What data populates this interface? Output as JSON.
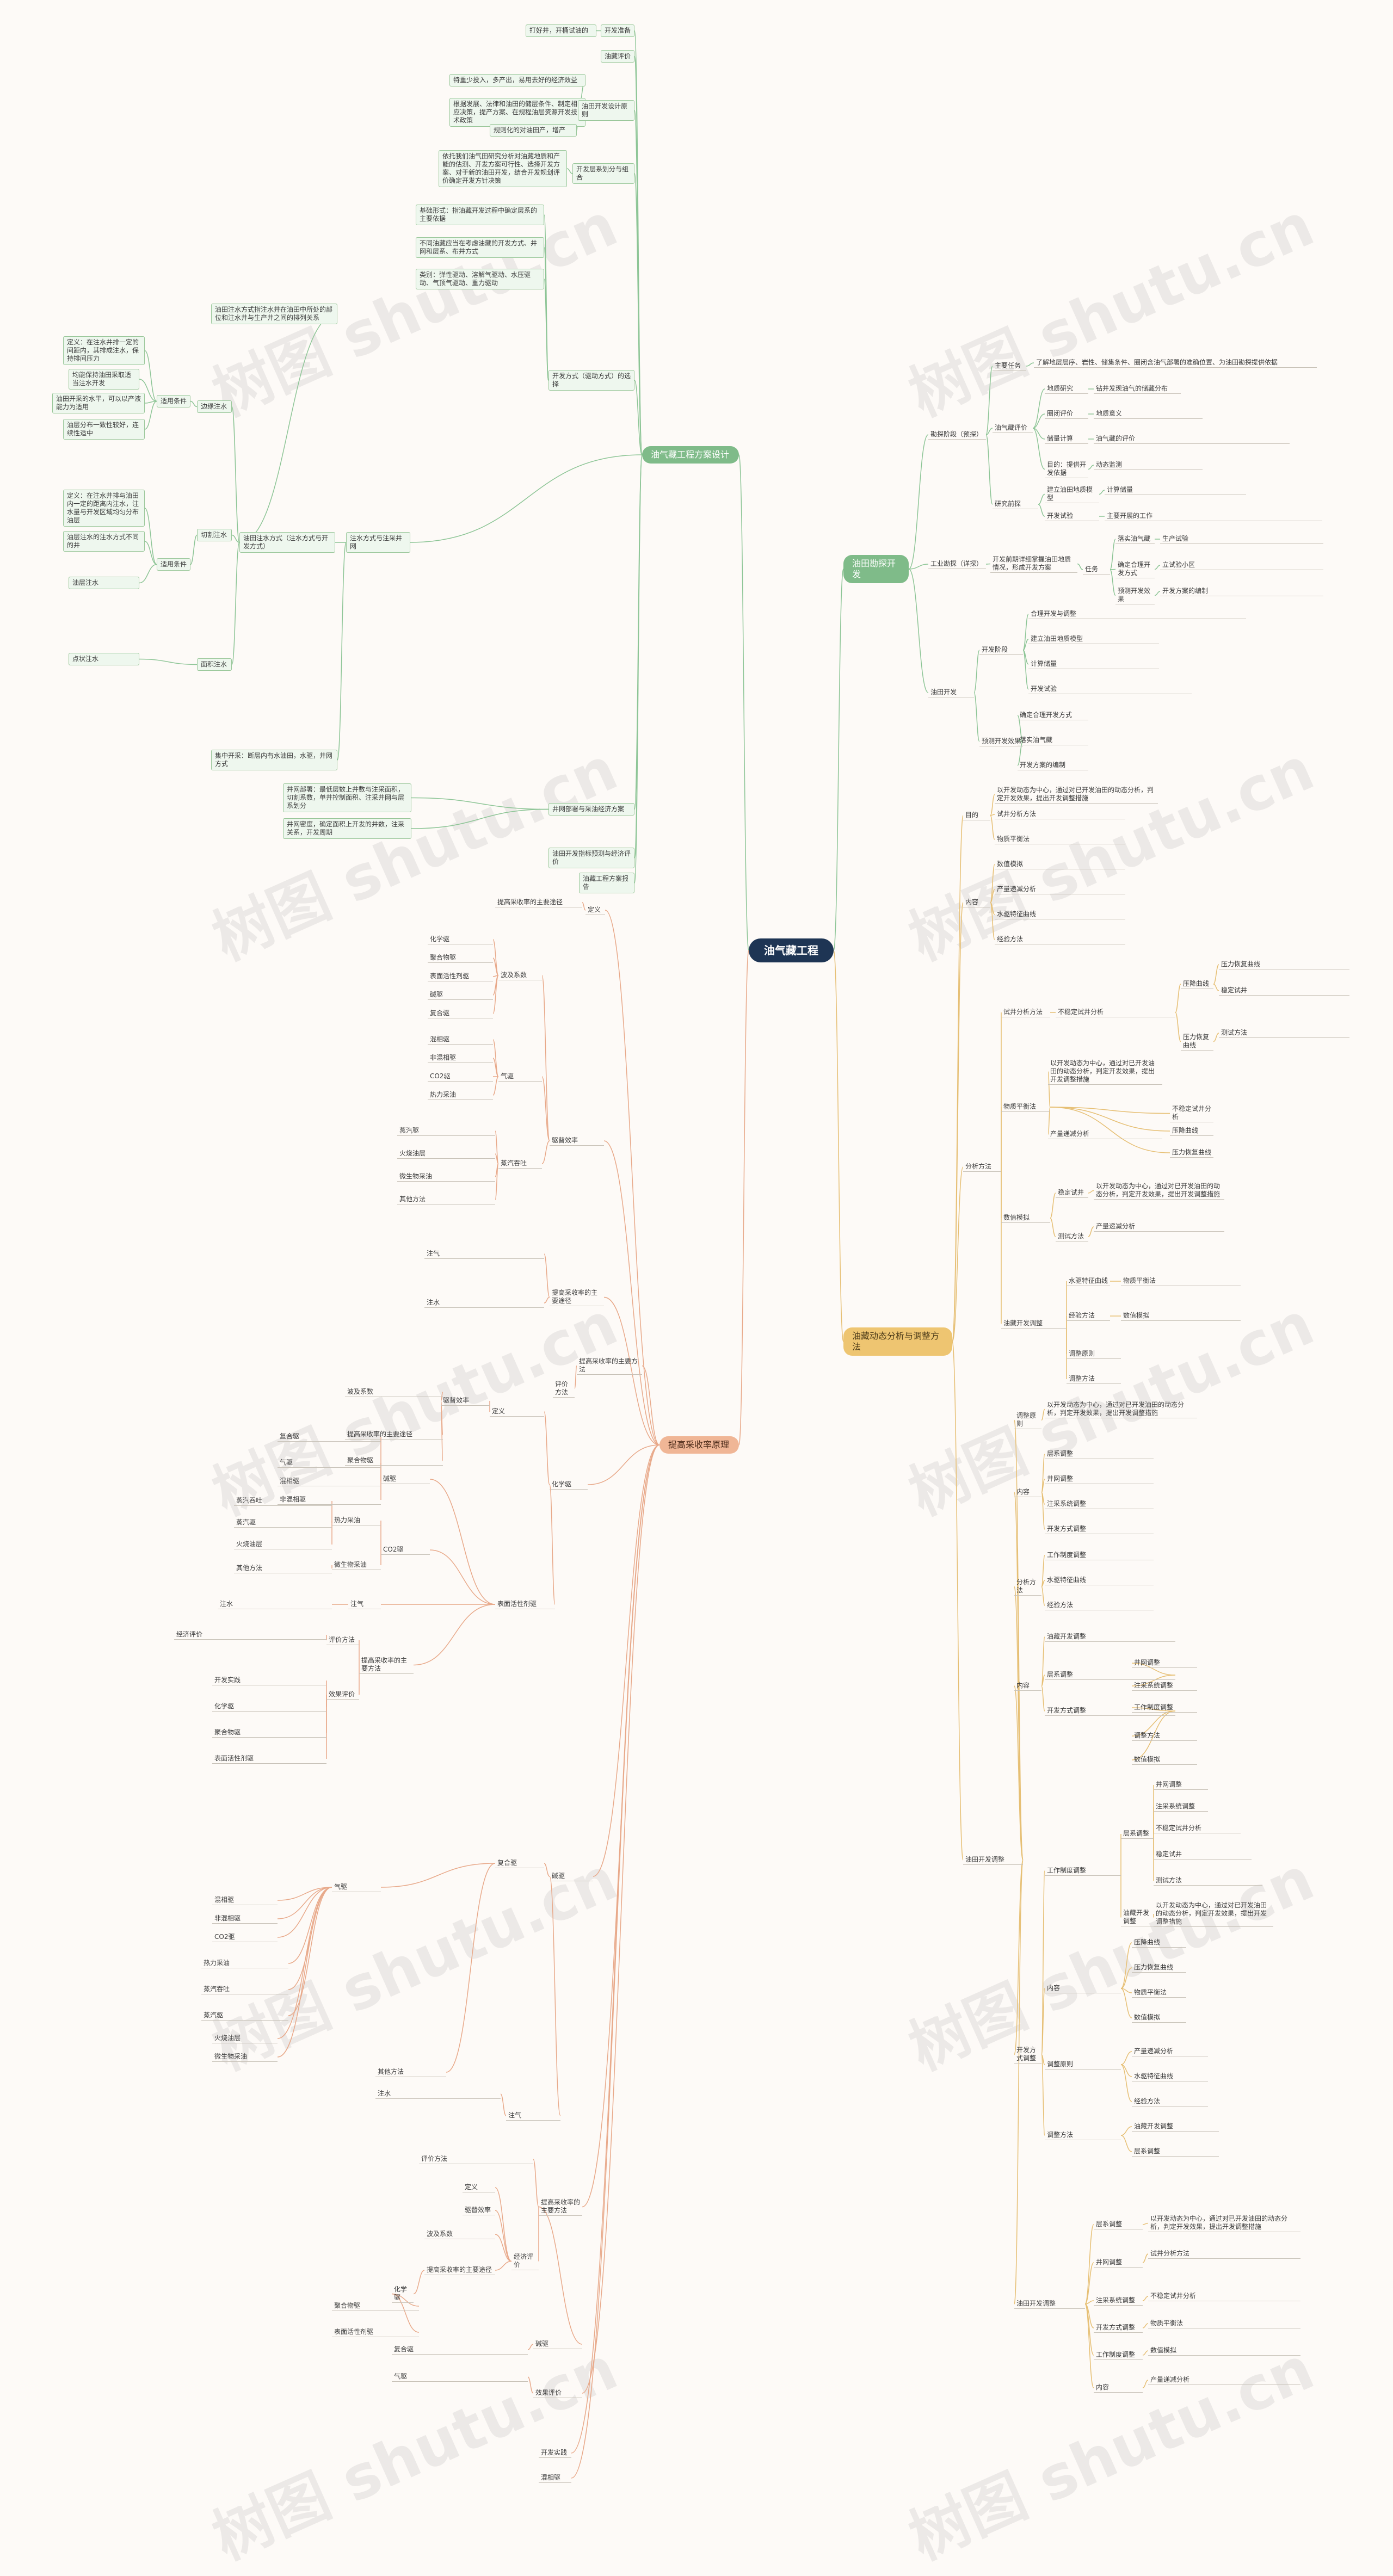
{
  "root": "油气藏工程",
  "branches": {
    "gas": "油气藏工程方案设计",
    "dev": "油田勘探开发",
    "dyn": "油藏动态分析与调整方法",
    "eor": "提高采收率原理"
  },
  "watermark": "树图 shutu.cn",
  "colors": {
    "root": "#1e3554",
    "green": "#7fbb89",
    "yellow": "#eec571",
    "pink": "#f0b696",
    "edge_green": "#8dc596",
    "edge_yellow": "#e6bf74",
    "edge_pink": "#e8a98a"
  },
  "left": {
    "g1": "打好井，开桶试油的",
    "g2": "开发准备",
    "g3": "油藏评价",
    "g4": "特重少投入，多产出，易用去好的经济效益",
    "g5": "根据发展、法律和油田的储层条件、制定相应决策，提产方案、在规程油层资源开发技术政策",
    "g6": "油田开发设计原则",
    "g7": "规则化的对油田产，增产",
    "g8": "依托我们油气田研究分析对油藏地质和产能的估测、开发方案可行性、选择开发方案、对于新的油田开发，结合开发规划评价确定开发方针决策",
    "g9": "开发层系划分与组合",
    "g10": "基础形式：指油藏开发过程中确定层系的主要依据",
    "g11": "不同油藏应当在考虑油藏的开发方式、井网和层系、布井方式",
    "g12": "类别：弹性驱动、溶解气驱动、水压驱动、气顶气驱动、重力驱动",
    "g13": "开发方式（驱动方式）的选择",
    "g14": "油田注水方式指注水井在油田中所处的部位和注水井与生产井之间的排列关系",
    "g15": "定义：在注水井排一定的间距内，其排成注水，保持排间压力",
    "g16": "均能保持油田采取适当注水开发",
    "g17": "油田开采的水平，可以以产液能力为适用",
    "g18": "适用条件",
    "g19": "油层分布一致性较好，连续性适中",
    "g20": "边缘注水",
    "g21": "定义：在注水井排与油田内一定的距离内注水，注水量与开发区域均匀分布油层",
    "g22": "油层注水的注水方式不同的井",
    "g23": "适用条件",
    "g24": "切割注水",
    "g25": "油层注水",
    "g26": "油田注水方式（注水方式与开发方式）",
    "g27": "面积注水",
    "g28": "点状注水",
    "g29": "注水方式与注采井网",
    "g30": "井网部署：最低层数上井数与注采面积，切割系数，单井控制面积、注采井网与层系划分",
    "g31": "井网部署与采油经济方案",
    "g32": "油田开发指标预测与经济评价",
    "g33": "油藏工程方案报告",
    "g34": "集中开采：断层内有水油田，水驱，井网方式",
    "g35": "井网密度，确定面积上开发的井数，注采关系，开发周期"
  },
  "dev": {
    "d1": "勘探阶段（预探）",
    "d2": "了解地层层序、岩性、储集条件、圈闭含油气部署的准确位置、为油田勘探提供依据",
    "d3": "地质意义",
    "d4": "钻井发现油气的储藏分布",
    "d5": "主要任务",
    "d6": "油气藏的评价",
    "d7": "地质研究",
    "d8": "圈闭评价",
    "d9": "储量计算",
    "d10": "油气藏评价",
    "d11": "目的：提供开发依据",
    "d12": "工业勘探（详探）",
    "d13": "开发前期详细掌握油田地质情况，形成开发方案",
    "d14": "任务",
    "d15": "研究前探",
    "d16": "建立油田地质模型",
    "d17": "计算储量",
    "d18": "开发试验",
    "d19": "主要开展的工作",
    "d20": "落实油气藏",
    "d21": "生产试验",
    "d22": "确定合理开发方式",
    "d23": "立试验小区",
    "d24": "预测开发效果",
    "d25": "开发方案的编制",
    "d26": "油田开发",
    "d27": "开发阶段",
    "d28": "合理开发与调整",
    "d29": "动态监测"
  },
  "dyn": {
    "y1": "以开发动态为中心，通过对已开发油田的动态分析，判定开发效果，提出开发调整措施",
    "y2": "目的",
    "y3": "内容",
    "y4": "分析方法",
    "y5": "试井分析方法",
    "y6": "不稳定试井分析",
    "y7": "稳定试井",
    "y8": "测试方法",
    "y9": "压降曲线",
    "y10": "压力恢复曲线",
    "y11": "物质平衡法",
    "y12": "数值模拟",
    "y13": "产量递减分析",
    "y14": "水驱特征曲线",
    "y15": "经验方法",
    "y16": "油藏开发调整",
    "y17": "层系调整",
    "y18": "井网调整",
    "y19": "注采系统调整",
    "y20": "开发方式调整",
    "y21": "工作制度调整",
    "y22": "调整原则",
    "y23": "调整方法",
    "y24": "内容",
    "y25": "油田开发调整"
  },
  "eor": {
    "e1": "定义",
    "e2": "驱替效率",
    "e3": "波及系数",
    "e4": "提高采收率的主要途径",
    "e5": "化学驱",
    "e6": "聚合物驱",
    "e7": "表面活性剂驱",
    "e8": "碱驱",
    "e9": "复合驱",
    "e10": "气驱",
    "e11": "混相驱",
    "e12": "非混相驱",
    "e13": "CO2驱",
    "e14": "热力采油",
    "e15": "蒸汽吞吐",
    "e16": "蒸汽驱",
    "e17": "火烧油层",
    "e18": "微生物采油",
    "e19": "其他方法",
    "e20": "注气",
    "e21": "注水",
    "e22": "提高采收率的主要方法",
    "e23": "评价方法",
    "e24": "经济评价",
    "e25": "效果评价",
    "e26": "开发实践"
  }
}
